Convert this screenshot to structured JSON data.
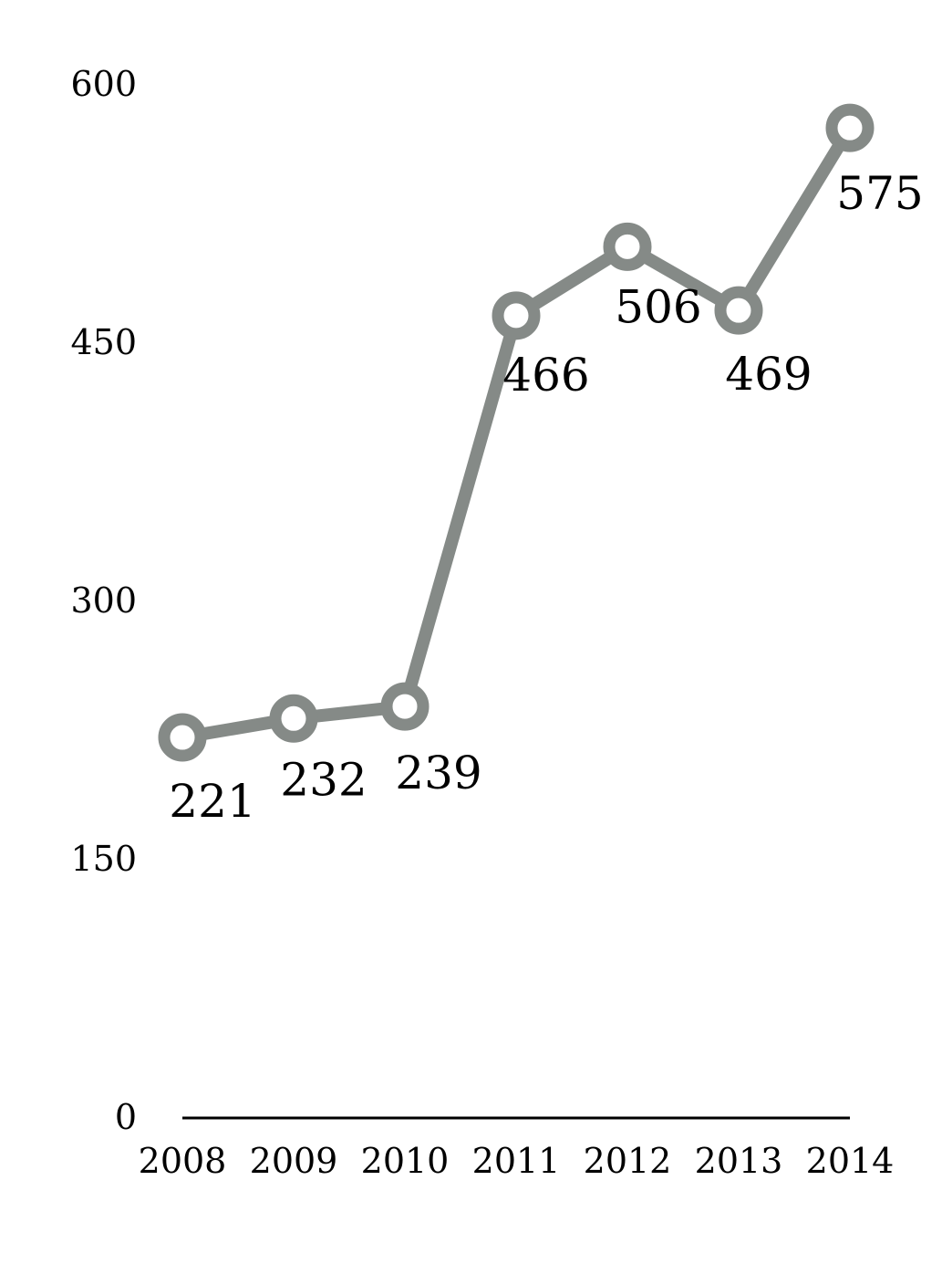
{
  "chart_data": {
    "type": "line",
    "title": "",
    "xlabel": "",
    "ylabel": "",
    "categories": [
      "2008",
      "2009",
      "2010",
      "2011",
      "2012",
      "2013",
      "2014"
    ],
    "series": [
      {
        "values": [
          221,
          232,
          239,
          466,
          506,
          469,
          575
        ],
        "labels": [
          "221",
          "232",
          "239",
          "466",
          "506",
          "469",
          "575"
        ]
      }
    ],
    "ylim": [
      0,
      600
    ],
    "yticks": [
      0,
      150,
      300,
      450,
      600
    ],
    "ytick_labels": [
      "0",
      "150",
      "300",
      "450",
      "600"
    ],
    "grid": false,
    "legend": "none",
    "line_color": "#858a87",
    "marker_fill": "#ffffff",
    "axis_color": "#000000"
  }
}
